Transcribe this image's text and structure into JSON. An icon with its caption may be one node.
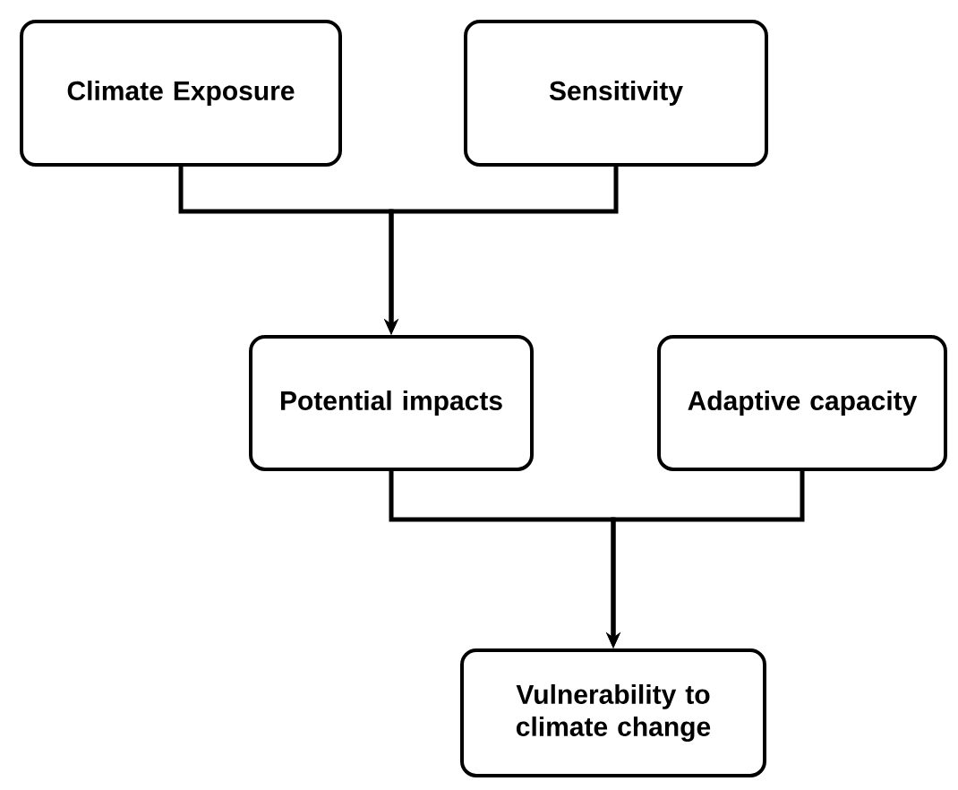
{
  "diagram": {
    "nodes": [
      {
        "text": [
          "Climate Exposure"
        ]
      },
      {
        "text": [
          "Sensitivity"
        ]
      },
      {
        "text": [
          "Potential impacts"
        ]
      },
      {
        "text": [
          "Adaptive capacity"
        ]
      },
      {
        "text": [
          "Vulnerability to climate change"
        ]
      }
    ],
    "edges": [
      {
        "from": 0,
        "to": 2,
        "arrow": "to"
      },
      {
        "from": 1,
        "to": 2,
        "arrow": "to"
      },
      {
        "from": 2,
        "to": 4,
        "arrow": "to"
      },
      {
        "from": 3,
        "to": 4,
        "arrow": "to"
      }
    ]
  }
}
